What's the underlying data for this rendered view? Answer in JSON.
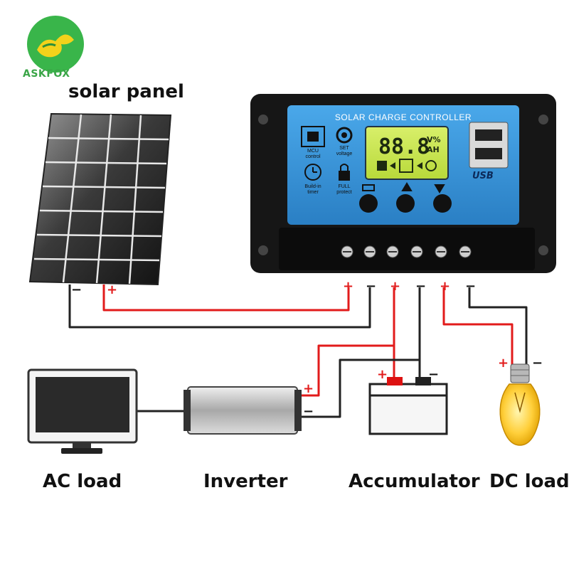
{
  "brand": {
    "name": "ASKFOX"
  },
  "labels": {
    "solar_panel": "solar panel",
    "ac_load": "AC load",
    "inverter": "Inverter",
    "accumulator": "Accumulator",
    "dc_load": "DC load"
  },
  "controller": {
    "title": "SOLAR CHARGE CONTROLLER",
    "lcd_digits": "88.8",
    "lcd_units_top": "V%",
    "lcd_units_bottom": "AH",
    "usb_label": "USB",
    "features": [
      {
        "icon": "chip-icon",
        "line1": "MCU",
        "line2": "control"
      },
      {
        "icon": "gear-icon",
        "line1": "SET",
        "line2": "voltage"
      },
      {
        "icon": "clock-icon",
        "line1": "Build-in",
        "line2": "timer"
      },
      {
        "icon": "lock-icon",
        "line1": "FULL",
        "line2": "protect"
      }
    ]
  },
  "polarity": {
    "plus": "+",
    "minus": "−"
  },
  "colors": {
    "positive_wire": "#e21b1b",
    "negative_wire": "#222222",
    "controller_face": "#2f8fd6",
    "brand_green": "#3aa547"
  }
}
